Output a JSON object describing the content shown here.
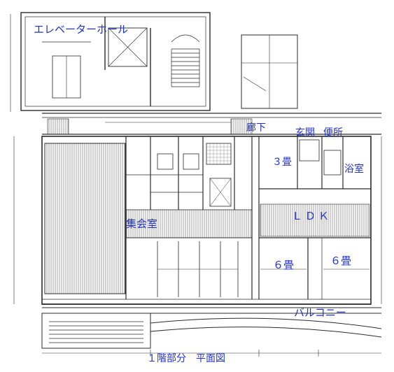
{
  "labels": {
    "elevator_hall": "エレベーターホール",
    "corridor": "廊下",
    "entrance": "玄関",
    "toilet": "便所",
    "room_3jo": "３畳",
    "bathroom": "浴室",
    "meeting_room": "集会室",
    "ldk": "ＬＤＫ",
    "room_6jo_a": "６畳",
    "room_6jo_b": "６畳",
    "balcony": "バルコニー",
    "caption": "１階部分　平面図"
  },
  "colors": {
    "label": "#2233cc",
    "line": "#2a2a2a",
    "hatch": "#8a8a8a",
    "paper": "#ffffff"
  }
}
